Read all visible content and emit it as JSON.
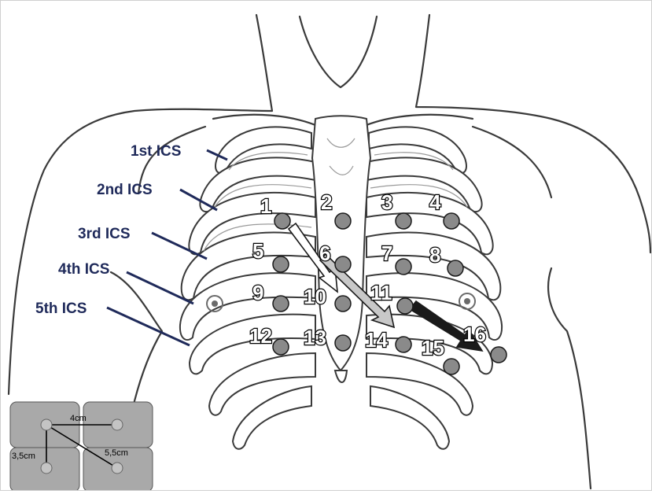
{
  "ics_labels": [
    {
      "id": "ics1",
      "text": "1st ICS"
    },
    {
      "id": "ics2",
      "text": "2nd ICS"
    },
    {
      "id": "ics3",
      "text": "3rd ICS"
    },
    {
      "id": "ics4",
      "text": "4th ICS"
    },
    {
      "id": "ics5",
      "text": "5th ICS"
    }
  ],
  "points": [
    "1",
    "2",
    "3",
    "4",
    "5",
    "6",
    "7",
    "8",
    "9",
    "10",
    "11",
    "12",
    "13",
    "14",
    "15",
    "16"
  ],
  "legend": {
    "horizontal_distance": "4cm",
    "vertical_distance": "3,5cm",
    "diagonal_distance": "5,5cm"
  },
  "colors": {
    "label_color": "#1f2a5a",
    "point_fill": "#8a8a8a",
    "arrow_white": "#ffffff",
    "arrow_light": "#c8c8c8",
    "arrow_dark": "#1a1a1a",
    "legend_electrode": "#a9a9a9"
  }
}
